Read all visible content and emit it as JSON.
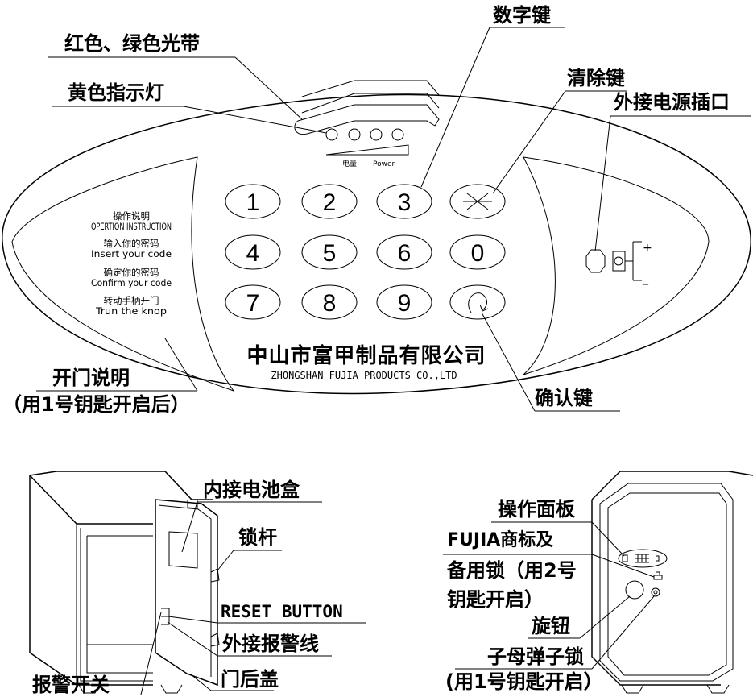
{
  "panel": {
    "labels": {
      "digit_keys": "数字键",
      "light_bands": "红色、绿色光带",
      "clear_key": "清除键",
      "yellow_light": "黄色指示灯",
      "power_socket": "外接电源插口",
      "open_instructions": "开门说明",
      "open_instructions_note": "（用1号钥匙开启后）",
      "confirm_key": "确认键"
    },
    "power_meter": {
      "cn": "电量",
      "en": "Power"
    },
    "instructions": [
      "操作说明",
      "OPERTION INSTRUCTION",
      "输入你的密码",
      "Insert your code",
      "确定你的密码",
      "Confirm your code",
      "转动手柄开门",
      "Trun the knop"
    ],
    "keys": [
      "1",
      "2",
      "3",
      "4",
      "5",
      "6",
      "0",
      "7",
      "8",
      "9"
    ],
    "company_cn": "中山市富甲制品有限公司",
    "company_en": "ZHONGSHAN FUJIA PRODUCTS CO.,LTD",
    "socket_polarity": {
      "plus": "+",
      "minus": "_"
    }
  },
  "safe_open": {
    "labels": {
      "battery_box": "内接电池盒",
      "lock_bar": "锁杆",
      "reset_button": "RESET BUTTON",
      "alarm_wire": "外接报警线",
      "alarm_switch": "报警开关",
      "door_cover": "门后盖"
    }
  },
  "safe_closed": {
    "labels": {
      "operation_panel": "操作面板",
      "logo_line1": "FUJIA商标及",
      "logo_line2": "备用锁（用2号",
      "logo_line3": "钥匙开启）",
      "knob": "旋钮",
      "sub_lock": "子母弹子锁",
      "sub_lock_note": "(用1号钥匙开启）"
    }
  }
}
